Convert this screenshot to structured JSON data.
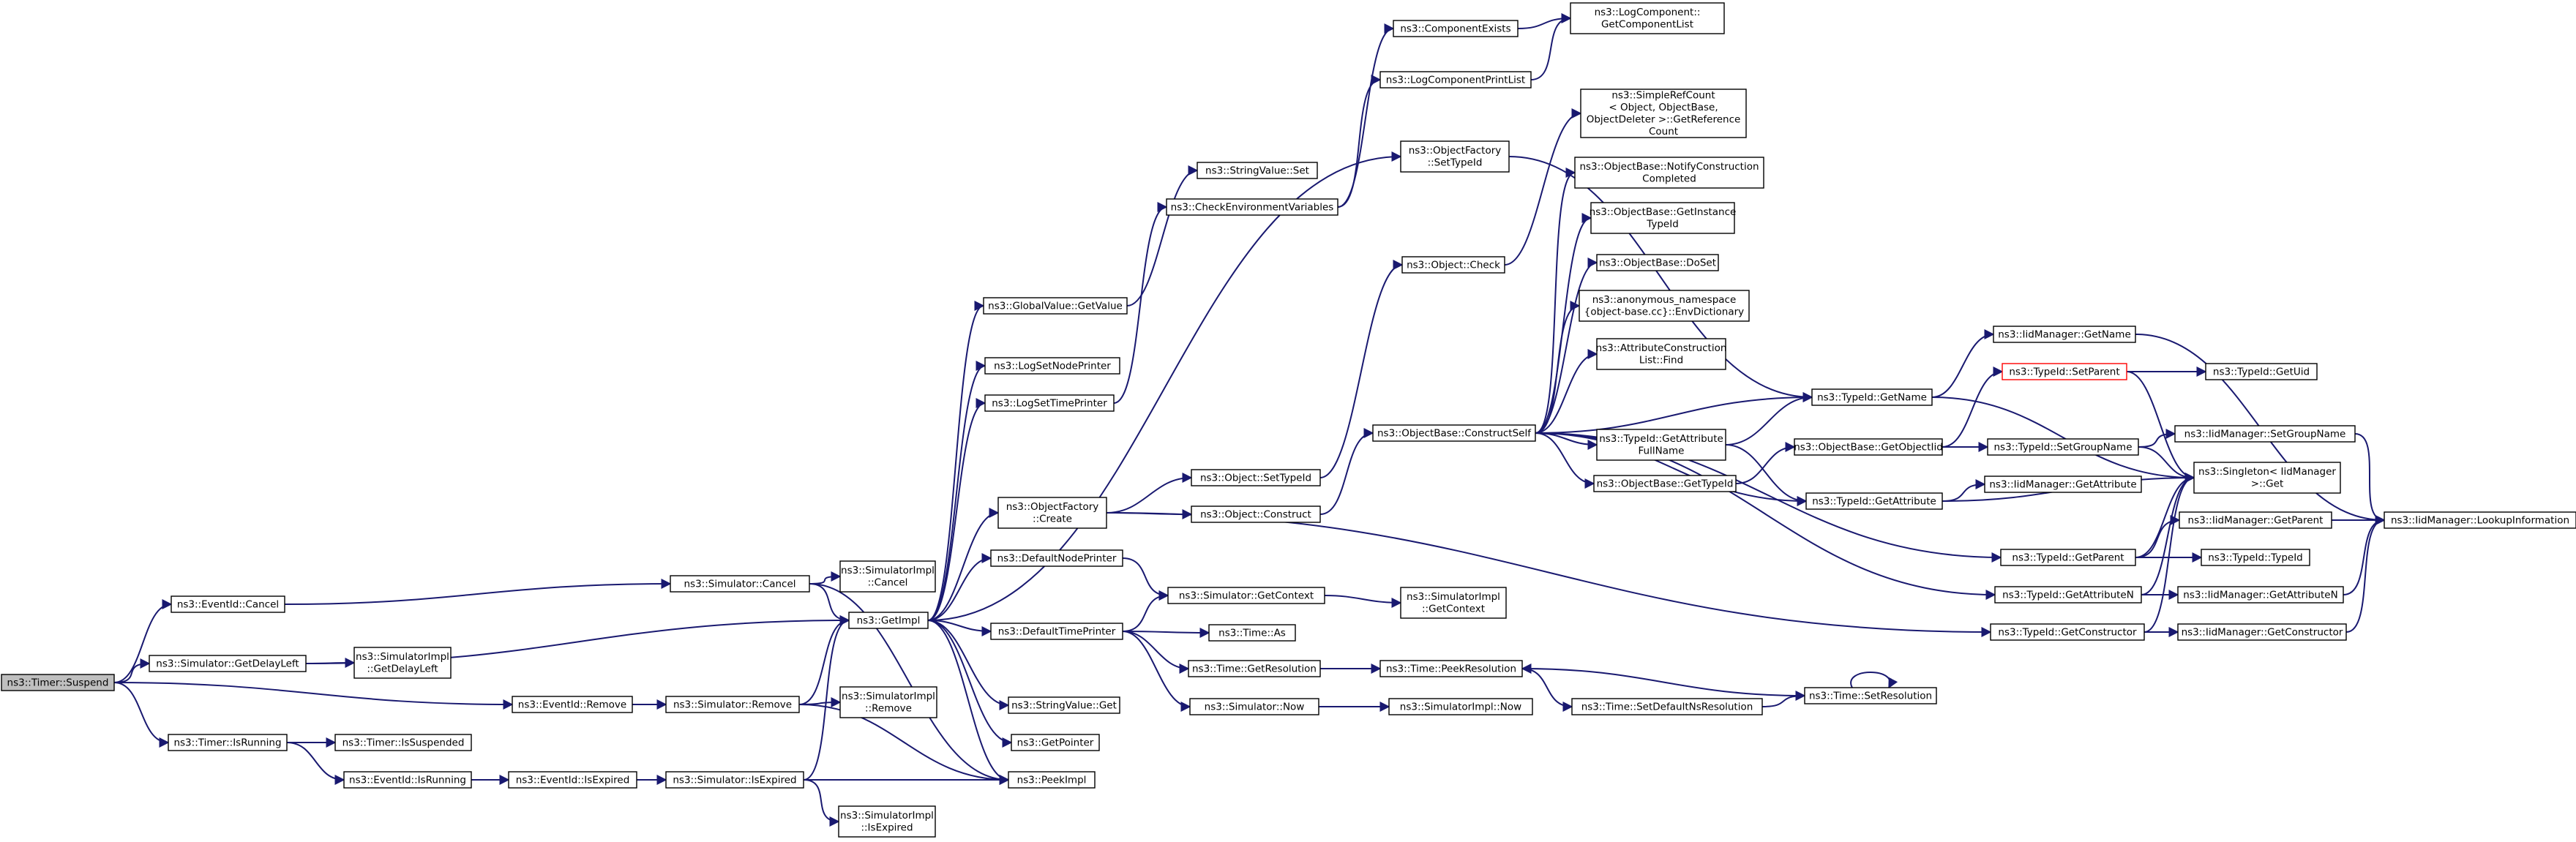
{
  "graph": {
    "colors": {
      "edge": "#191970",
      "root_fill": "#bfbfbf",
      "node_fill": "#ffffff",
      "node_border": "#000000",
      "highlight_border": "#ff0000"
    },
    "nodes": [
      {
        "id": "timer_suspend",
        "lines": [
          "ns3::Timer::Suspend"
        ],
        "root": true
      },
      {
        "id": "eventid_cancel",
        "lines": [
          "ns3::EventId::Cancel"
        ]
      },
      {
        "id": "sim_getdelayleft",
        "lines": [
          "ns3::Simulator::GetDelayLeft"
        ]
      },
      {
        "id": "eventid_remove",
        "lines": [
          "ns3::EventId::Remove"
        ]
      },
      {
        "id": "timer_isrunning",
        "lines": [
          "ns3::Timer::IsRunning"
        ]
      },
      {
        "id": "simimpl_getdelayleft",
        "lines": [
          "ns3::SimulatorImpl",
          "::GetDelayLeft"
        ]
      },
      {
        "id": "timer_issuspended",
        "lines": [
          "ns3::Timer::IsSuspended"
        ]
      },
      {
        "id": "eventid_isrunning",
        "lines": [
          "ns3::EventId::IsRunning"
        ]
      },
      {
        "id": "eventid_isexpired",
        "lines": [
          "ns3::EventId::IsExpired"
        ]
      },
      {
        "id": "sim_cancel",
        "lines": [
          "ns3::Simulator::Cancel"
        ]
      },
      {
        "id": "sim_remove",
        "lines": [
          "ns3::Simulator::Remove"
        ]
      },
      {
        "id": "sim_isexpired",
        "lines": [
          "ns3::Simulator::IsExpired"
        ]
      },
      {
        "id": "simimpl_cancel",
        "lines": [
          "ns3::SimulatorImpl",
          "::Cancel"
        ]
      },
      {
        "id": "simimpl_remove",
        "lines": [
          "ns3::SimulatorImpl",
          "::Remove"
        ]
      },
      {
        "id": "simimpl_isexpired",
        "lines": [
          "ns3::SimulatorImpl",
          "::IsExpired"
        ]
      },
      {
        "id": "getimpl",
        "lines": [
          "ns3::GetImpl"
        ]
      },
      {
        "id": "peekimpl",
        "lines": [
          "ns3::PeekImpl"
        ]
      },
      {
        "id": "globalvalue_getvalue",
        "lines": [
          "ns3::GlobalValue::GetValue"
        ]
      },
      {
        "id": "logsetnodeprinter",
        "lines": [
          "ns3::LogSetNodePrinter"
        ]
      },
      {
        "id": "logsettimeprinter",
        "lines": [
          "ns3::LogSetTimePrinter"
        ]
      },
      {
        "id": "objectfactory_create",
        "lines": [
          "ns3::ObjectFactory",
          "::Create"
        ]
      },
      {
        "id": "defaultnodeprinter",
        "lines": [
          "ns3::DefaultNodePrinter"
        ]
      },
      {
        "id": "defaulttimeprinter",
        "lines": [
          "ns3::DefaultTimePrinter"
        ]
      },
      {
        "id": "stringvalue_get",
        "lines": [
          "ns3::StringValue::Get"
        ]
      },
      {
        "id": "getpointer",
        "lines": [
          "ns3::GetPointer"
        ]
      },
      {
        "id": "stringvalue_set",
        "lines": [
          "ns3::StringValue::Set"
        ]
      },
      {
        "id": "checkenvvars",
        "lines": [
          "ns3::CheckEnvironmentVariables"
        ]
      },
      {
        "id": "object_settypeid",
        "lines": [
          "ns3::Object::SetTypeId"
        ]
      },
      {
        "id": "object_construct",
        "lines": [
          "ns3::Object::Construct"
        ]
      },
      {
        "id": "sim_getcontext",
        "lines": [
          "ns3::Simulator::GetContext"
        ]
      },
      {
        "id": "time_as",
        "lines": [
          "ns3::Time::As"
        ]
      },
      {
        "id": "time_getresolution",
        "lines": [
          "ns3::Time::GetResolution"
        ]
      },
      {
        "id": "sim_now",
        "lines": [
          "ns3::Simulator::Now"
        ]
      },
      {
        "id": "componentexists",
        "lines": [
          "ns3::ComponentExists"
        ]
      },
      {
        "id": "logcomponentprintlist",
        "lines": [
          "ns3::LogComponentPrintList"
        ]
      },
      {
        "id": "objectfactory_settypeid",
        "lines": [
          "ns3::ObjectFactory",
          "::SetTypeId"
        ]
      },
      {
        "id": "object_check",
        "lines": [
          "ns3::Object::Check"
        ]
      },
      {
        "id": "objectbase_constructself",
        "lines": [
          "ns3::ObjectBase::ConstructSelf"
        ]
      },
      {
        "id": "simimpl_getcontext",
        "lines": [
          "ns3::SimulatorImpl",
          "::GetContext"
        ]
      },
      {
        "id": "time_peekresolution",
        "lines": [
          "ns3::Time::PeekResolution"
        ]
      },
      {
        "id": "simimpl_now",
        "lines": [
          "ns3::SimulatorImpl::Now"
        ]
      },
      {
        "id": "logcomponent_getcomponentlist",
        "lines": [
          "ns3::LogComponent::",
          "GetComponentList"
        ]
      },
      {
        "id": "simplerefcount_getreferencecount",
        "lines": [
          "ns3::SimpleRefCount",
          "< Object, ObjectBase,",
          "ObjectDeleter >::GetReference",
          "Count"
        ]
      },
      {
        "id": "objectbase_notifyconstructioncompleted",
        "lines": [
          "ns3::ObjectBase::NotifyConstruction",
          "Completed"
        ]
      },
      {
        "id": "objectbase_getinstancetypeid",
        "lines": [
          "ns3::ObjectBase::GetInstance",
          "TypeId"
        ]
      },
      {
        "id": "objectbase_doset",
        "lines": [
          "ns3::ObjectBase::DoSet"
        ]
      },
      {
        "id": "anon_envdictionary",
        "lines": [
          "ns3::anonymous_namespace",
          "{object-base.cc}::EnvDictionary"
        ]
      },
      {
        "id": "attributeconstructionlist_find",
        "lines": [
          "ns3::AttributeConstruction",
          "List::Find"
        ]
      },
      {
        "id": "typeid_getattributefullname",
        "lines": [
          "ns3::TypeId::GetAttribute",
          "FullName"
        ]
      },
      {
        "id": "objectbase_gettypeid",
        "lines": [
          "ns3::ObjectBase::GetTypeId"
        ]
      },
      {
        "id": "time_setdefaultnsresolution",
        "lines": [
          "ns3::Time::SetDefaultNsResolution"
        ]
      },
      {
        "id": "typeid_getname",
        "lines": [
          "ns3::TypeId::GetName"
        ]
      },
      {
        "id": "objectbase_getobjectiid",
        "lines": [
          "ns3::ObjectBase::GetObjectIid"
        ]
      },
      {
        "id": "typeid_getattribute",
        "lines": [
          "ns3::TypeId::GetAttribute"
        ]
      },
      {
        "id": "time_setresolution",
        "lines": [
          "ns3::Time::SetResolution"
        ]
      },
      {
        "id": "iidmanager_getname",
        "lines": [
          "ns3::IidManager::GetName"
        ]
      },
      {
        "id": "typeid_setparent",
        "lines": [
          "ns3::TypeId::SetParent"
        ],
        "highlight": true
      },
      {
        "id": "typeid_setgroupname",
        "lines": [
          "ns3::TypeId::SetGroupName"
        ]
      },
      {
        "id": "iidmanager_getattribute",
        "lines": [
          "ns3::IidManager::GetAttribute"
        ]
      },
      {
        "id": "typeid_getparent",
        "lines": [
          "ns3::TypeId::GetParent"
        ]
      },
      {
        "id": "typeid_getattributen",
        "lines": [
          "ns3::TypeId::GetAttributeN"
        ]
      },
      {
        "id": "typeid_getconstructor",
        "lines": [
          "ns3::TypeId::GetConstructor"
        ]
      },
      {
        "id": "typeid_getuid",
        "lines": [
          "ns3::TypeId::GetUid"
        ]
      },
      {
        "id": "iidmanager_setgroupname",
        "lines": [
          "ns3::IidManager::SetGroupName"
        ]
      },
      {
        "id": "singleton_iidmanager_get",
        "lines": [
          "ns3::Singleton< IidManager",
          ">::Get"
        ]
      },
      {
        "id": "iidmanager_getparent",
        "lines": [
          "ns3::IidManager::GetParent"
        ]
      },
      {
        "id": "typeid_typeid",
        "lines": [
          "ns3::TypeId::TypeId"
        ]
      },
      {
        "id": "iidmanager_getattributen",
        "lines": [
          "ns3::IidManager::GetAttributeN"
        ]
      },
      {
        "id": "iidmanager_getconstructor",
        "lines": [
          "ns3::IidManager::GetConstructor"
        ]
      },
      {
        "id": "iidmanager_lookupinformation",
        "lines": [
          "ns3::IidManager::LookupInformation"
        ]
      }
    ],
    "edges": [
      [
        "timer_suspend",
        "eventid_cancel"
      ],
      [
        "timer_suspend",
        "sim_getdelayleft"
      ],
      [
        "timer_suspend",
        "eventid_remove"
      ],
      [
        "timer_suspend",
        "timer_isrunning"
      ],
      [
        "eventid_cancel",
        "sim_cancel"
      ],
      [
        "sim_getdelayleft",
        "getimpl"
      ],
      [
        "sim_getdelayleft",
        "simimpl_getdelayleft"
      ],
      [
        "eventid_remove",
        "sim_remove"
      ],
      [
        "timer_isrunning",
        "timer_issuspended"
      ],
      [
        "timer_isrunning",
        "eventid_isrunning"
      ],
      [
        "eventid_isrunning",
        "eventid_isexpired"
      ],
      [
        "eventid_isexpired",
        "sim_isexpired"
      ],
      [
        "sim_cancel",
        "simimpl_cancel"
      ],
      [
        "sim_cancel",
        "getimpl"
      ],
      [
        "sim_cancel",
        "peekimpl"
      ],
      [
        "sim_remove",
        "getimpl"
      ],
      [
        "sim_remove",
        "simimpl_remove"
      ],
      [
        "sim_remove",
        "peekimpl"
      ],
      [
        "sim_isexpired",
        "getimpl"
      ],
      [
        "sim_isexpired",
        "peekimpl"
      ],
      [
        "sim_isexpired",
        "simimpl_isexpired"
      ],
      [
        "getimpl",
        "globalvalue_getvalue"
      ],
      [
        "getimpl",
        "logsetnodeprinter"
      ],
      [
        "getimpl",
        "logsettimeprinter"
      ],
      [
        "getimpl",
        "objectfactory_settypeid"
      ],
      [
        "getimpl",
        "objectfactory_create"
      ],
      [
        "getimpl",
        "defaultnodeprinter"
      ],
      [
        "getimpl",
        "defaulttimeprinter"
      ],
      [
        "getimpl",
        "stringvalue_get"
      ],
      [
        "getimpl",
        "getpointer"
      ],
      [
        "getimpl",
        "peekimpl"
      ],
      [
        "globalvalue_getvalue",
        "stringvalue_set"
      ],
      [
        "logsettimeprinter",
        "checkenvvars"
      ],
      [
        "checkenvvars",
        "componentexists"
      ],
      [
        "checkenvvars",
        "logcomponentprintlist"
      ],
      [
        "componentexists",
        "logcomponent_getcomponentlist"
      ],
      [
        "logcomponentprintlist",
        "logcomponent_getcomponentlist"
      ],
      [
        "objectfactory_settypeid",
        "typeid_getname"
      ],
      [
        "objectfactory_create",
        "object_settypeid"
      ],
      [
        "objectfactory_create",
        "object_construct"
      ],
      [
        "objectfactory_create",
        "typeid_getconstructor"
      ],
      [
        "object_settypeid",
        "object_check"
      ],
      [
        "object_check",
        "simplerefcount_getreferencecount"
      ],
      [
        "object_construct",
        "objectbase_constructself"
      ],
      [
        "defaultnodeprinter",
        "sim_getcontext"
      ],
      [
        "sim_getcontext",
        "simimpl_getcontext"
      ],
      [
        "defaulttimeprinter",
        "time_as"
      ],
      [
        "defaulttimeprinter",
        "time_getresolution"
      ],
      [
        "defaulttimeprinter",
        "sim_now"
      ],
      [
        "defaulttimeprinter",
        "sim_getcontext"
      ],
      [
        "time_getresolution",
        "time_peekresolution"
      ],
      [
        "sim_now",
        "simimpl_now"
      ],
      [
        "time_peekresolution",
        "time_setdefaultnsresolution"
      ],
      [
        "time_setdefaultnsresolution",
        "time_setresolution"
      ],
      [
        "time_setresolution",
        "time_peekresolution"
      ],
      [
        "time_setresolution",
        "time_setresolution"
      ],
      [
        "objectbase_constructself",
        "objectbase_notifyconstructioncompleted"
      ],
      [
        "objectbase_constructself",
        "objectbase_getinstancetypeid"
      ],
      [
        "objectbase_constructself",
        "objectbase_doset"
      ],
      [
        "objectbase_constructself",
        "anon_envdictionary"
      ],
      [
        "objectbase_constructself",
        "attributeconstructionlist_find"
      ],
      [
        "objectbase_constructself",
        "typeid_getname"
      ],
      [
        "objectbase_constructself",
        "typeid_getattributefullname"
      ],
      [
        "objectbase_constructself",
        "objectbase_gettypeid"
      ],
      [
        "objectbase_constructself",
        "typeid_getattribute"
      ],
      [
        "objectbase_constructself",
        "typeid_getparent"
      ],
      [
        "objectbase_constructself",
        "typeid_getattributen"
      ],
      [
        "typeid_getattributefullname",
        "typeid_getname"
      ],
      [
        "typeid_getattributefullname",
        "typeid_getattribute"
      ],
      [
        "objectbase_gettypeid",
        "objectbase_getobjectiid"
      ],
      [
        "objectbase_getobjectiid",
        "typeid_setparent"
      ],
      [
        "objectbase_getobjectiid",
        "typeid_setgroupname"
      ],
      [
        "typeid_getname",
        "iidmanager_getname"
      ],
      [
        "typeid_getname",
        "singleton_iidmanager_get"
      ],
      [
        "typeid_getattribute",
        "iidmanager_getattribute"
      ],
      [
        "typeid_getattribute",
        "singleton_iidmanager_get"
      ],
      [
        "typeid_setparent",
        "typeid_getuid"
      ],
      [
        "typeid_setparent",
        "singleton_iidmanager_get"
      ],
      [
        "typeid_setgroupname",
        "iidmanager_setgroupname"
      ],
      [
        "typeid_setgroupname",
        "singleton_iidmanager_get"
      ],
      [
        "typeid_getparent",
        "singleton_iidmanager_get"
      ],
      [
        "typeid_getparent",
        "iidmanager_getparent"
      ],
      [
        "typeid_getparent",
        "typeid_typeid"
      ],
      [
        "typeid_getattributen",
        "singleton_iidmanager_get"
      ],
      [
        "typeid_getattributen",
        "iidmanager_getattributen"
      ],
      [
        "typeid_getconstructor",
        "singleton_iidmanager_get"
      ],
      [
        "typeid_getconstructor",
        "iidmanager_getconstructor"
      ],
      [
        "iidmanager_getname",
        "iidmanager_lookupinformation"
      ],
      [
        "iidmanager_setgroupname",
        "iidmanager_lookupinformation"
      ],
      [
        "iidmanager_getparent",
        "iidmanager_lookupinformation"
      ],
      [
        "iidmanager_getattributen",
        "iidmanager_lookupinformation"
      ],
      [
        "iidmanager_getconstructor",
        "iidmanager_lookupinformation"
      ]
    ]
  }
}
